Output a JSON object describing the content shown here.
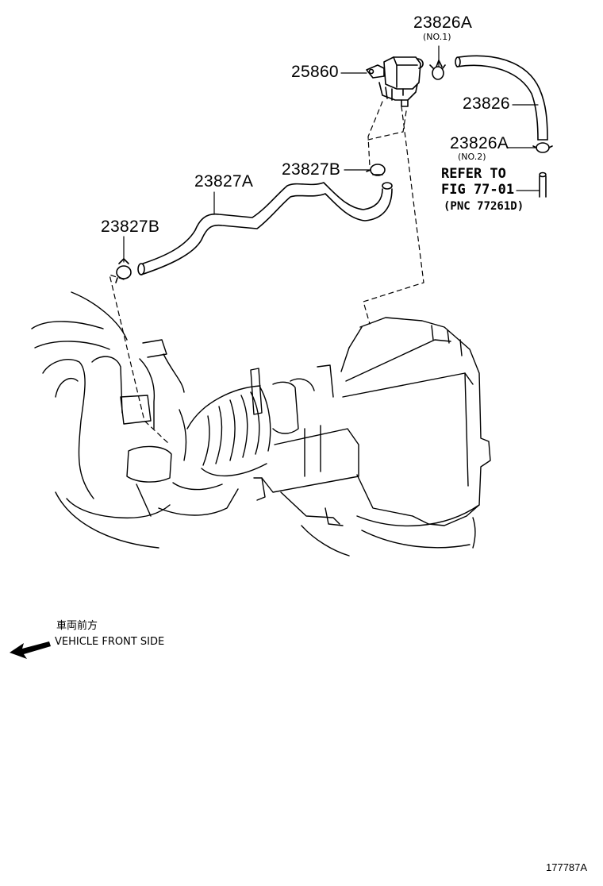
{
  "callouts": [
    {
      "part": "23826A",
      "qualifier": "(NO.1)"
    },
    {
      "part": "25860"
    },
    {
      "part": "23826"
    },
    {
      "part": "23826A",
      "qualifier": "(NO.2)"
    },
    {
      "part": "23827B"
    },
    {
      "part": "23827A"
    },
    {
      "part": "23827B"
    }
  ],
  "reference": {
    "line1": "REFER TO",
    "line2": "FIG 77-01",
    "line3": "(PNC 77261D)"
  },
  "direction": {
    "label_jp": "車両前方",
    "label_en": "VEHICLE FRONT SIDE",
    "icon": "arrow-left-icon"
  },
  "illustration_code": "177787A"
}
